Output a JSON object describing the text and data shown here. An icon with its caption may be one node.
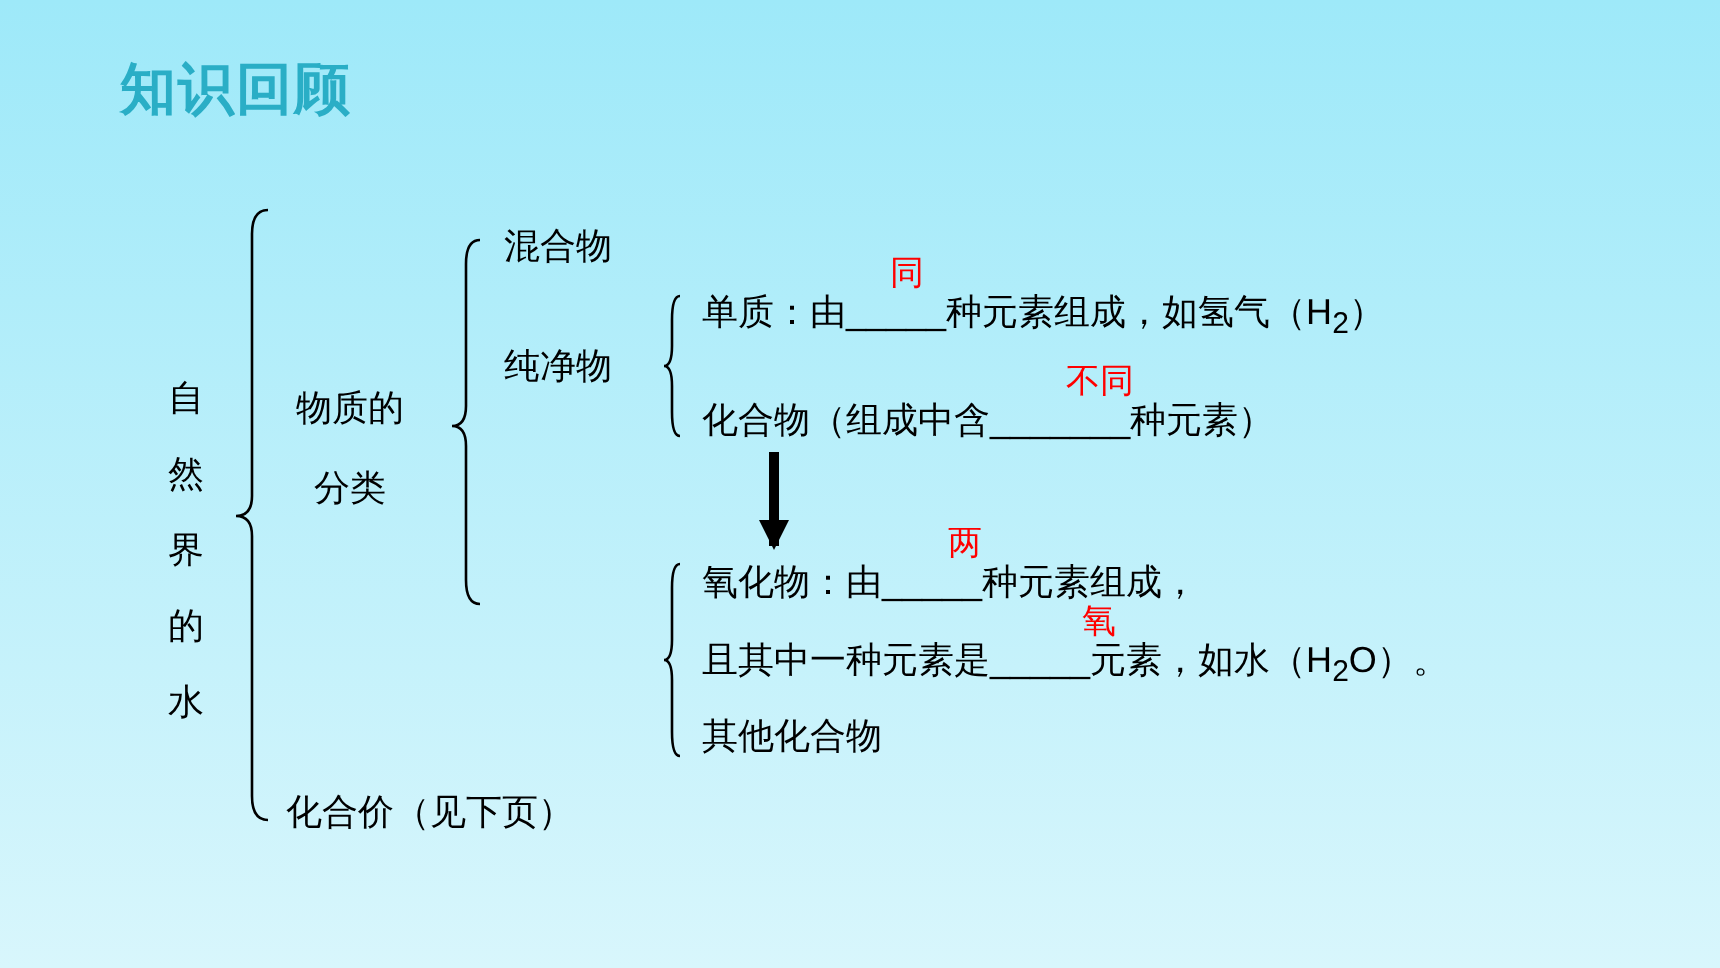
{
  "diagram": {
    "title": "知识回顾",
    "nodes": [
      {
        "text": [
          "自然界的水"
        ]
      },
      {
        "text": [
          "物质的分类"
        ]
      },
      {
        "text": [
          "混合物"
        ]
      },
      {
        "text": [
          "纯净物"
        ]
      },
      {
        "text": [
          "单质：由_____种元素组成，如氢气（H$_{2}$）"
        ],
        "beside": [
          "同"
        ]
      },
      {
        "text": [
          "化合物（组成中含_______种元素）"
        ],
        "beside": [
          "不同"
        ]
      },
      {
        "text": [
          "氧化物：由_____种元素组成，",
          "且其中一种元素是_____元素，如水（H$_{2}$O）。"
        ],
        "beside": [
          "两",
          "氧"
        ]
      },
      {
        "text": [
          "其他化合物"
        ]
      },
      {
        "text": [
          "化合价（见下页）"
        ]
      }
    ],
    "edges": [
      {
        "from": 5,
        "to": 6,
        "arrow": "to"
      }
    ]
  }
}
